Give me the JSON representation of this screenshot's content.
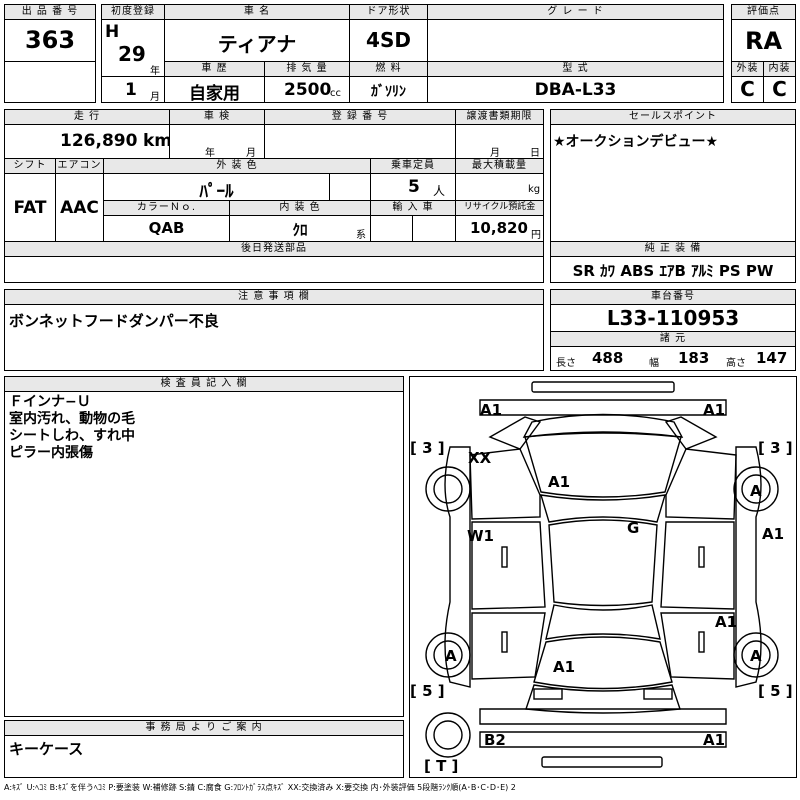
{
  "lot": {
    "label": "出 品 番 号",
    "value": "363"
  },
  "first_reg": {
    "label": "初度登録",
    "era": "H",
    "year": "29",
    "year_unit": "年",
    "month": "1",
    "month_unit": "月"
  },
  "car_name": {
    "label": "車 名",
    "value": "ティアナ"
  },
  "door": {
    "label": "ドア形状",
    "value": "4SD"
  },
  "grade": {
    "label": "グ レ ー ド",
    "value": ""
  },
  "score": {
    "label": "評価点",
    "value": "RA",
    "ext_label": "外装",
    "int_label": "内装",
    "ext": "C",
    "int": "C"
  },
  "history": {
    "label": "車 歴",
    "value": "自家用"
  },
  "displacement": {
    "label": "排 気 量",
    "value": "2500",
    "unit": "cc"
  },
  "fuel": {
    "label": "燃 料",
    "value": "ｶﾞｿﾘﾝ"
  },
  "model": {
    "label": "型 式",
    "value": "DBA-L33"
  },
  "mileage": {
    "label": "走 行",
    "value": "126,890",
    "unit": "km"
  },
  "inspection": {
    "label": "車 検",
    "year_unit": "年",
    "month_unit": "月"
  },
  "reg_no": {
    "label": "登 録 番 号",
    "value": ""
  },
  "transfer": {
    "label": "譲渡書類期限",
    "month_unit": "月",
    "day_unit": "日"
  },
  "sales_point": {
    "label": "セールスポイント",
    "value": "★オークションデビュー★"
  },
  "shift": {
    "label": "シフト",
    "value": "FAT"
  },
  "ac": {
    "label": "エアコン",
    "value": "AAC"
  },
  "ext_color": {
    "label": "外 装 色",
    "value": "ﾊﾟｰﾙ"
  },
  "passengers": {
    "label": "乗車定員",
    "value": "5",
    "unit": "人"
  },
  "max_load": {
    "label": "最大積載量",
    "unit": "kg"
  },
  "color_no": {
    "label": "カラーＮｏ.",
    "value": "QAB"
  },
  "int_color": {
    "label": "内 装 色",
    "value": "ｸﾛ",
    "unit": "系"
  },
  "import": {
    "label": "輸 入 車"
  },
  "recycle": {
    "label": "リサイクル預託金",
    "value": "10,820",
    "unit": "円"
  },
  "later_parts": {
    "label": "後日発送部品",
    "value": ""
  },
  "equipment": {
    "label": "純 正 装 備",
    "value": "SR ｶﾜ ABS ｴｱB ｱﾙﾐ PS PW"
  },
  "notes": {
    "label": "注 意 事 項 欄",
    "value": "ボンネットフードダンパー不良"
  },
  "chassis": {
    "label": "車台番号",
    "value": "L33-110953"
  },
  "specs": {
    "label": "諸 元",
    "length_label": "長さ",
    "length": "488",
    "width_label": "幅",
    "width": "183",
    "height_label": "高さ",
    "height": "147"
  },
  "inspector": {
    "label": "検 査 員 記 入 欄",
    "lines": [
      "Ｆインナ−Ｕ",
      "室内汚れ、動物の毛",
      "シートしわ、すれ中",
      "ピラー内張傷"
    ]
  },
  "office": {
    "label": "事 務 局 よ り ご 案 内",
    "value": "キーケース"
  },
  "legend": "A:ｷｽﾞ U:ﾍｺﾐ B:ｷｽﾞを伴うﾍｺﾐ P:要塗装 W:補修跡 S:錆 C:腐食 G:ﾌﾛﾝﾄｶﾞﾗｽ点ｷｽﾞ XX:交換済み X:要交換 内･外装評価 5段階ﾗﾝｸ順(A･B･C･D･E) 2",
  "diagram": {
    "tires": {
      "fl": "3",
      "fr": "3",
      "rl": "5",
      "rr": "5",
      "spare": "T"
    },
    "marks": {
      "front_left": "A1",
      "front_right": "A1",
      "hood_left": "XX",
      "hood": "A1",
      "windshield": "G",
      "left_front_door": "W1",
      "right_front_fender": "A1",
      "left_front_wheel": "A",
      "right_front_wheel": "A",
      "left_rear_wheel": "A",
      "right_rear_wheel": "A",
      "trunk": "A1",
      "right_rear_door": "A1",
      "rear_left": "B2",
      "rear_right": "A1"
    }
  }
}
